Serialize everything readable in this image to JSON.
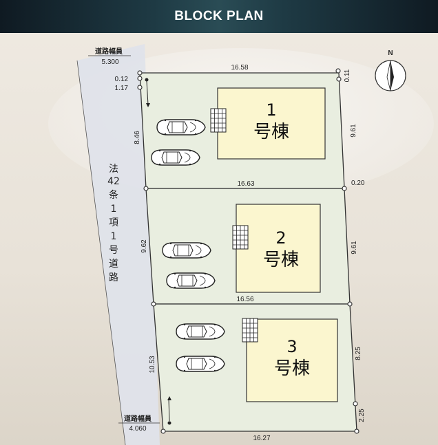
{
  "header": {
    "title": "BLOCK PLAN"
  },
  "compass": {
    "label": "N"
  },
  "road": {
    "top_width_label": "道路幅員",
    "top_width_value": "5.300",
    "bottom_width_label": "道路幅員",
    "bottom_width_value": "4.060",
    "type_chars": [
      "法",
      "42",
      "条",
      "1",
      "項",
      "1",
      "号",
      "道",
      "路"
    ]
  },
  "lots": [
    {
      "number": "1",
      "suffix": "号棟"
    },
    {
      "number": "2",
      "suffix": "号棟"
    },
    {
      "number": "3",
      "suffix": "号棟"
    }
  ],
  "dimensions": {
    "top": "16.58",
    "top_left_a": "0.12",
    "top_left_b": "1.17",
    "top_right": "0.11",
    "lot1_left": "8.46",
    "lot1_right": "9.61",
    "div1": "16.63",
    "div1_right": "0.20",
    "lot2_left": "9.62",
    "lot2_right": "9.61",
    "div2": "16.56",
    "lot3_left": "10.53",
    "lot3_right_a": "8.25",
    "lot3_right_b": "2.25",
    "bottom": "16.27"
  },
  "colors": {
    "lot_fill": "#e9eee0",
    "house_fill": "#fbf6cf",
    "road_fill": "#dfe3ea",
    "header_bg": "#1e3a44"
  }
}
